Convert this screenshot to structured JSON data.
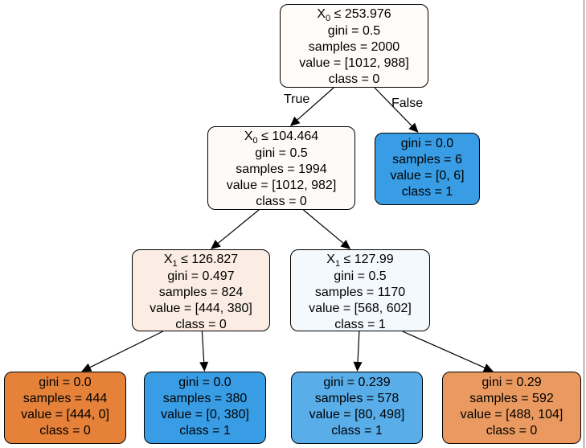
{
  "nodes": [
    {
      "id": "n0",
      "split": {
        "var": "X",
        "sub": "0",
        "op": "≤ 253.976"
      },
      "gini": "gini = 0.5",
      "samples": "samples = 2000",
      "value": "value = [1012, 988]",
      "class": "class = 0",
      "color": "#fefbf9"
    },
    {
      "id": "n1",
      "split": {
        "var": "X",
        "sub": "0",
        "op": "≤ 104.464"
      },
      "gini": "gini = 0.5",
      "samples": "samples = 1994",
      "value": "value = [1012, 982]",
      "class": "class = 0",
      "color": "#fefaf7"
    },
    {
      "id": "n2",
      "gini": "gini = 0.0",
      "samples": "samples = 6",
      "value": "value = [0, 6]",
      "class": "class = 1",
      "color": "#399de5"
    },
    {
      "id": "n3",
      "split": {
        "var": "X",
        "sub": "1",
        "op": "≤ 126.827"
      },
      "gini": "gini = 0.497",
      "samples": "samples = 824",
      "value": "value = [444, 380]",
      "class": "class = 0",
      "color": "#fbede3"
    },
    {
      "id": "n4",
      "split": {
        "var": "X",
        "sub": "1",
        "op": "≤ 127.99"
      },
      "gini": "gini = 0.5",
      "samples": "samples = 1170",
      "value": "value = [568, 602]",
      "class": "class = 1",
      "color": "#f4f9fe"
    },
    {
      "id": "n5",
      "gini": "gini = 0.0",
      "samples": "samples = 444",
      "value": "value = [444, 0]",
      "class": "class = 0",
      "color": "#e58139"
    },
    {
      "id": "n6",
      "gini": "gini = 0.0",
      "samples": "samples = 380",
      "value": "value = [0, 380]",
      "class": "class = 1",
      "color": "#399de5"
    },
    {
      "id": "n7",
      "gini": "gini = 0.239",
      "samples": "samples = 578",
      "value": "value = [80, 498]",
      "class": "class = 1",
      "color": "#59ade9"
    },
    {
      "id": "n8",
      "gini": "gini = 0.29",
      "samples": "samples = 592",
      "value": "value = [488, 104]",
      "class": "class = 0",
      "color": "#ea9a60"
    }
  ],
  "edges": [
    {
      "from": "n0",
      "to": "n1"
    },
    {
      "from": "n0",
      "to": "n2"
    },
    {
      "from": "n1",
      "to": "n3"
    },
    {
      "from": "n1",
      "to": "n4"
    },
    {
      "from": "n3",
      "to": "n5"
    },
    {
      "from": "n3",
      "to": "n6"
    },
    {
      "from": "n4",
      "to": "n7"
    },
    {
      "from": "n4",
      "to": "n8"
    }
  ],
  "edge_labels": {
    "true_label": "True",
    "false_label": "False"
  }
}
